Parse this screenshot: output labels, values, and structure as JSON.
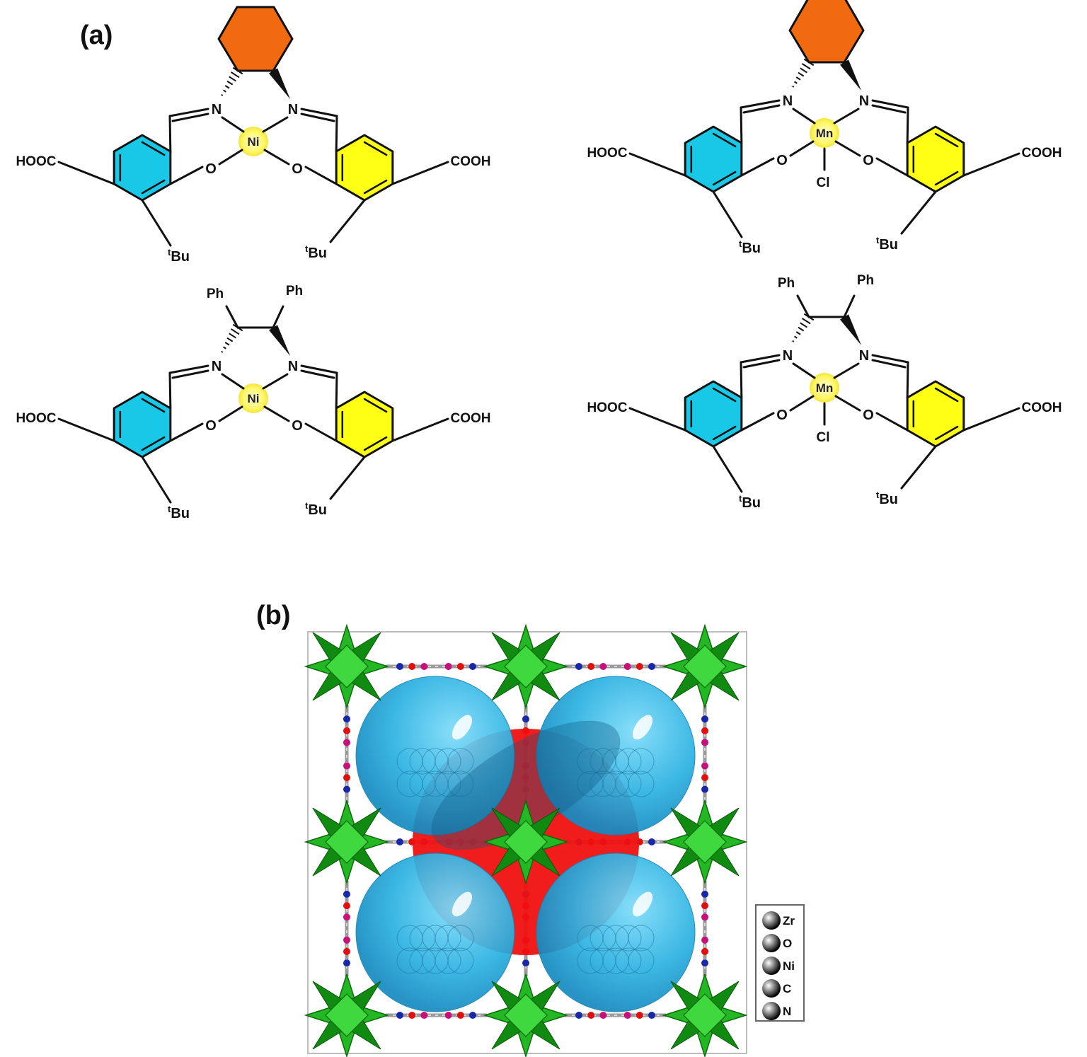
{
  "panels": {
    "a": {
      "label": "(a)",
      "complexes": [
        {
          "metal": "Ni",
          "backbone": "cyclohexane",
          "left_group": "HOOC",
          "right_group": "COOH",
          "sub_left": "Bu",
          "sub_right": "Bu",
          "tert": "t",
          "N": "N",
          "O": "O"
        },
        {
          "metal": "Mn",
          "backbone": "cyclohexane",
          "left_group": "HOOC",
          "right_group": "COOH",
          "sub_left": "Bu",
          "sub_right": "Bu",
          "tert": "t",
          "axial": "Cl",
          "N": "N",
          "O": "O"
        },
        {
          "metal": "Ni",
          "backbone": "diphenyl",
          "ph_left": "Ph",
          "ph_right": "Ph",
          "left_group": "HOOC",
          "right_group": "COOH",
          "sub_left": "Bu",
          "sub_right": "Bu",
          "tert": "t",
          "N": "N",
          "O": "O"
        },
        {
          "metal": "Mn",
          "backbone": "diphenyl",
          "ph_left": "Ph",
          "ph_right": "Ph",
          "left_group": "HOOC",
          "right_group": "COOH",
          "sub_left": "Bu",
          "sub_right": "Bu",
          "tert": "t",
          "axial": "Cl",
          "N": "N",
          "O": "O"
        }
      ]
    },
    "b": {
      "label": "(b)",
      "legend": [
        {
          "label": "Zr",
          "color": "#1faa1f"
        },
        {
          "label": "O",
          "color": "#e01010"
        },
        {
          "label": "Ni",
          "color": "#c8107a"
        },
        {
          "label": "C",
          "color": "#a8a8a8"
        },
        {
          "label": "N",
          "color": "#1828a8"
        }
      ]
    }
  },
  "colors": {
    "ring_left": "#19c8e6",
    "ring_right": "#ffff14",
    "cyclohexane": "#f26a10",
    "metal_center": "#fffa5a",
    "pore_blue": "#2ab4e6",
    "pore_red": "#f01010",
    "cluster_green": "#22c022"
  }
}
